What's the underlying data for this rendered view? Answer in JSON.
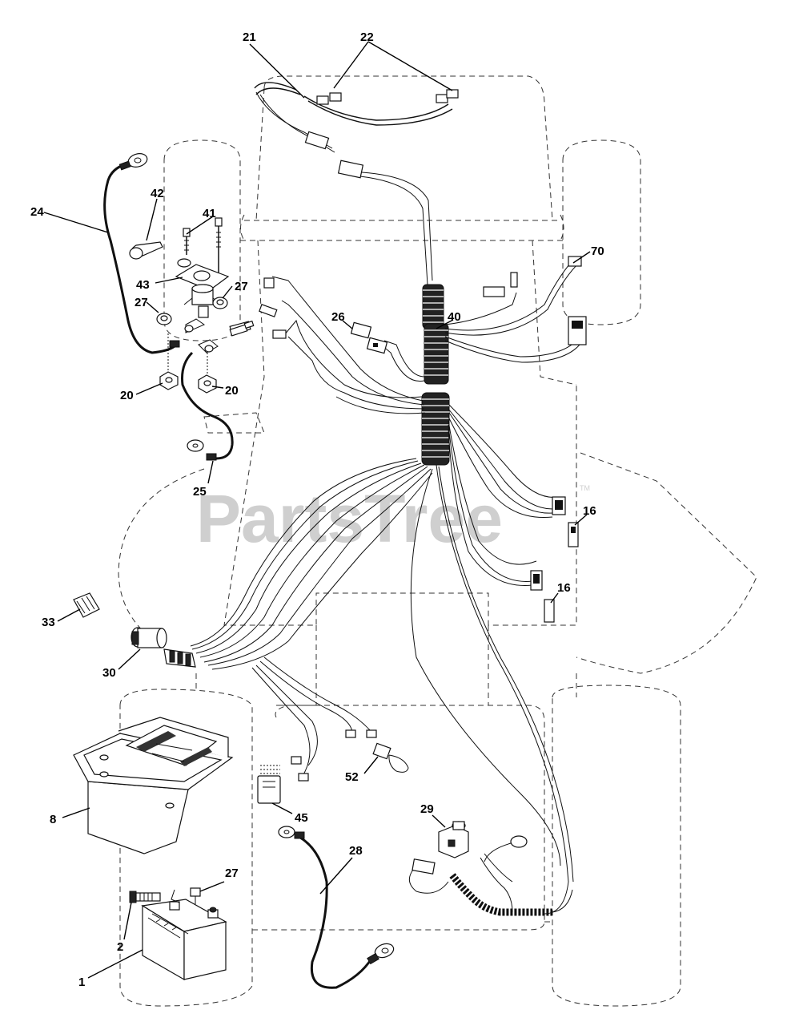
{
  "watermark": {
    "text": "PartsTree",
    "trademark": "TM"
  },
  "callouts": [
    {
      "id": "c21",
      "text": "21"
    },
    {
      "id": "c22",
      "text": "22"
    },
    {
      "id": "c24",
      "text": "24"
    },
    {
      "id": "c42",
      "text": "42"
    },
    {
      "id": "c41",
      "text": "41"
    },
    {
      "id": "c43",
      "text": "43"
    },
    {
      "id": "c27a",
      "text": "27"
    },
    {
      "id": "c27b",
      "text": "27"
    },
    {
      "id": "c20a",
      "text": "20"
    },
    {
      "id": "c20b",
      "text": "20"
    },
    {
      "id": "c25",
      "text": "25"
    },
    {
      "id": "c26",
      "text": "26"
    },
    {
      "id": "c40",
      "text": "40"
    },
    {
      "id": "c70",
      "text": "70"
    },
    {
      "id": "c16a",
      "text": "16"
    },
    {
      "id": "c16b",
      "text": "16"
    },
    {
      "id": "c33",
      "text": "33"
    },
    {
      "id": "c30",
      "text": "30"
    },
    {
      "id": "c8",
      "text": "8"
    },
    {
      "id": "c52",
      "text": "52"
    },
    {
      "id": "c45",
      "text": "45"
    },
    {
      "id": "c29",
      "text": "29"
    },
    {
      "id": "c28",
      "text": "28"
    },
    {
      "id": "c27c",
      "text": "27"
    },
    {
      "id": "c2",
      "text": "2"
    },
    {
      "id": "c1",
      "text": "1"
    }
  ]
}
